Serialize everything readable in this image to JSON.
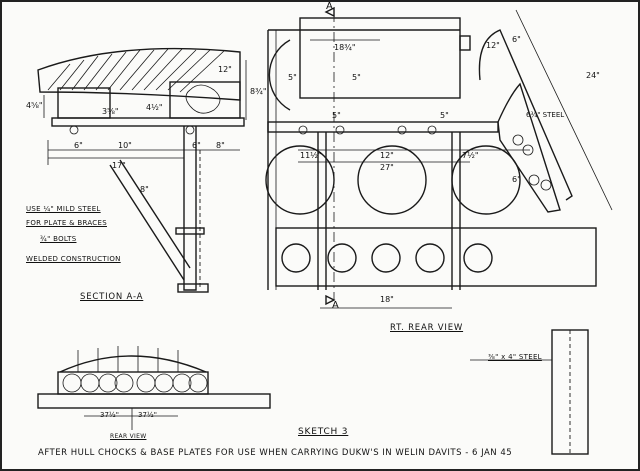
{
  "section_aa": {
    "dims": {
      "d_4_5_8": "4⅝\"",
      "d_3_5_8": "3⅝\"",
      "d_4_1_2": "4½\"",
      "d_12": "12\"",
      "d_6": "6\"",
      "d_8_3_4": "8¾\"",
      "d_6b": "6\"",
      "d_10": "10\"",
      "d_8": "8\"",
      "d_17": "17\"",
      "d_8b": "8\""
    },
    "notes": {
      "line1": "USE ¼\" MILD STEEL",
      "line2": "FOR PLATE & BRACES",
      "line3": "¾\" BOLTS",
      "line4": "WELDED CONSTRUCTION"
    },
    "caption": "SECTION A-A"
  },
  "rear_view": {
    "dims": {
      "d_18_3_4": "18¾\"",
      "d_5a": "5\"",
      "d_5b": "5\"",
      "d_5c": "5\"",
      "d_5d": "5\"",
      "d_11_1_2": "11½\"",
      "d_12": "12\"",
      "d_7_1_2": "7½\"",
      "d_27": "27\"",
      "d_18": "18\"",
      "d_12b": "12\"",
      "d_6": "6\"",
      "d_24": "24\"",
      "d_6b": "6\"",
      "steel": "6¾\" STEEL"
    },
    "section_marker": "A",
    "caption": "RT. REAR VIEW"
  },
  "strap": {
    "label": "⅜\" x 4\" STEEL"
  },
  "small_view": {
    "dims": {
      "left": "37½\"",
      "right": "37½\""
    },
    "caption": "REAR VIEW"
  },
  "title": {
    "sketch": "SKETCH 3",
    "subtitle": "AFTER HULL CHOCKS & BASE PLATES FOR USE WHEN CARRYING DUKW'S IN WELIN DAVITS - 6 JAN 45"
  }
}
